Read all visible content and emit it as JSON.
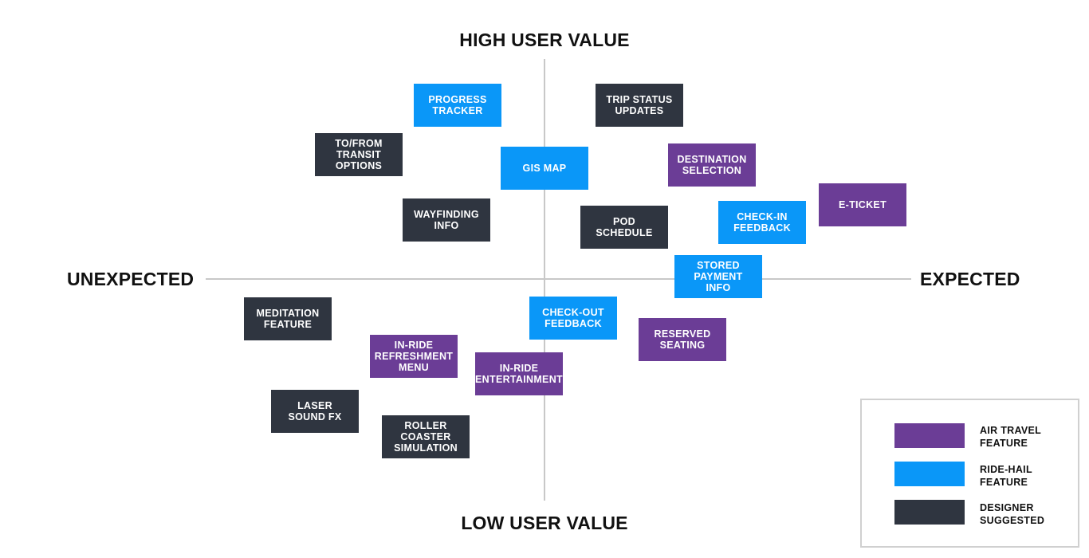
{
  "axes": {
    "top": "HIGH USER VALUE",
    "bottom": "LOW USER VALUE",
    "left": "UNEXPECTED",
    "right": "EXPECTED"
  },
  "colors": {
    "air_travel": "#6b3d96",
    "ride_hail": "#0a97f8",
    "designer": "#2f3540",
    "axis": "#c8c8c8"
  },
  "cards": [
    {
      "label": "PROGRESS\nTRACKER",
      "category": "ride_hail"
    },
    {
      "label": "TRIP STATUS\nUPDATES",
      "category": "designer"
    },
    {
      "label": "TO/FROM\nTRANSIT\nOPTIONS",
      "category": "designer"
    },
    {
      "label": "GIS MAP",
      "category": "ride_hail"
    },
    {
      "label": "DESTINATION\nSELECTION",
      "category": "air_travel"
    },
    {
      "label": "E-TICKET",
      "category": "air_travel"
    },
    {
      "label": "WAYFINDING\nINFO",
      "category": "designer"
    },
    {
      "label": "POD\nSCHEDULE",
      "category": "designer"
    },
    {
      "label": "CHECK-IN\nFEEDBACK",
      "category": "ride_hail"
    },
    {
      "label": "STORED\nPAYMENT\nINFO",
      "category": "ride_hail"
    },
    {
      "label": "MEDITATION\nFEATURE",
      "category": "designer"
    },
    {
      "label": "CHECK-OUT\nFEEDBACK",
      "category": "ride_hail"
    },
    {
      "label": "RESERVED\nSEATING",
      "category": "air_travel"
    },
    {
      "label": "IN-RIDE\nREFRESHMENT\nMENU",
      "category": "air_travel"
    },
    {
      "label": "IN-RIDE\nENTERTAINMENT",
      "category": "air_travel"
    },
    {
      "label": "LASER\nSOUND FX",
      "category": "designer"
    },
    {
      "label": "ROLLER\nCOASTER\nSIMULATION",
      "category": "designer"
    }
  ],
  "legend": {
    "items": [
      {
        "label": "AIR TRAVEL\nFEATURE",
        "category": "air_travel"
      },
      {
        "label": "RIDE-HAIL\nFEATURE",
        "category": "ride_hail"
      },
      {
        "label": "DESIGNER\nSUGGESTED",
        "category": "designer"
      }
    ]
  }
}
